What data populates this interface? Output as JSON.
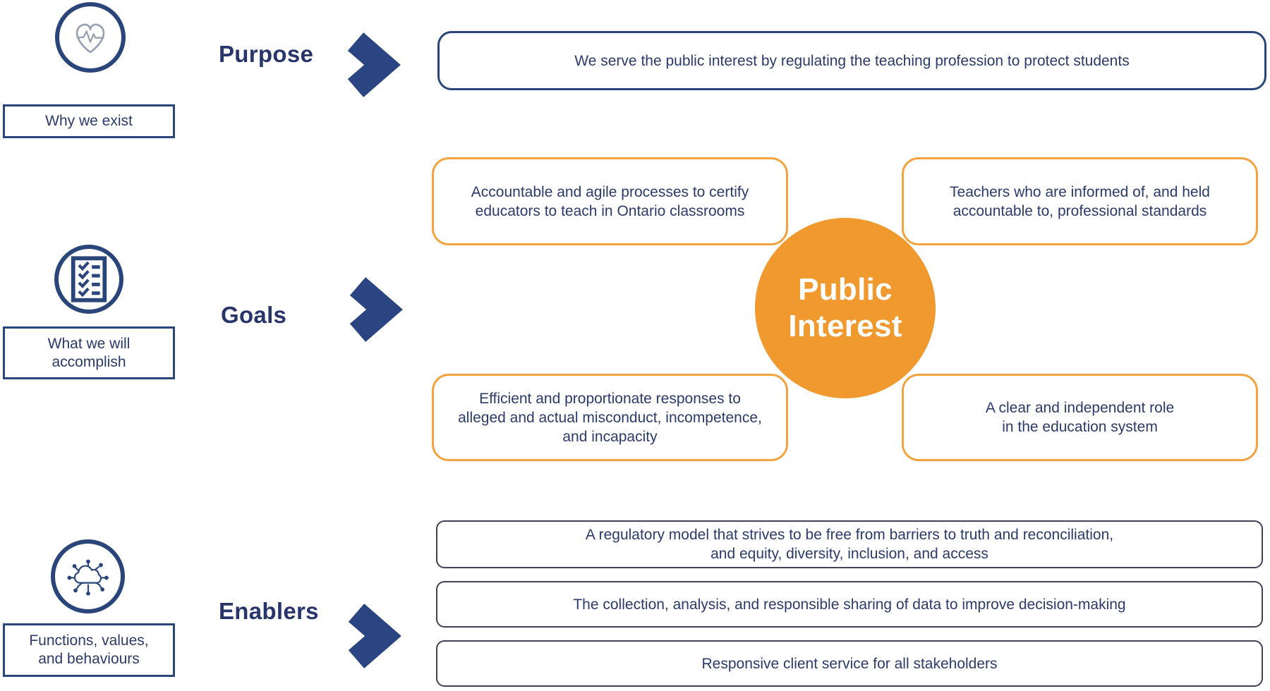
{
  "palette": {
    "navy": "#294579",
    "navy_text": "#2b3a69",
    "orange_fill": "#f0992f",
    "orange_border": "#f2a33f",
    "slate_border": "#3e4254",
    "icon_gray": "#98a1b2",
    "white": "#ffffff"
  },
  "purpose": {
    "heading": "Purpose",
    "icon": "heart-pulse-icon",
    "side_label": [
      "Why we exist"
    ],
    "statement": [
      "We serve the public interest by regulating the teaching profession to protect students"
    ]
  },
  "goals": {
    "heading": "Goals",
    "icon": "checklist-icon",
    "side_label": [
      "What we will",
      "accomplish"
    ],
    "items": [
      [
        "Accountable and agile processes to certify",
        "educators to teach in Ontario classrooms"
      ],
      [
        "Teachers who are informed of, and held",
        "accountable to, professional standards"
      ],
      [
        "Efficient and proportionate responses to",
        "alleged and actual misconduct, incompetence,",
        "and incapacity"
      ],
      [
        "A clear and independent role",
        "in the education system"
      ]
    ]
  },
  "enablers": {
    "heading": "Enablers",
    "icon": "cloud-network-icon",
    "side_label": [
      "Functions, values,",
      "and behaviours"
    ],
    "items": [
      [
        "A regulatory model that strives to be free from barriers to truth and reconciliation,",
        "and equity, diversity, inclusion, and access"
      ],
      [
        "The collection, analysis, and responsible sharing of data to improve decision-making"
      ],
      [
        "Responsive client service for all stakeholders"
      ]
    ]
  },
  "center": {
    "badge": [
      "Public",
      "Interest"
    ]
  }
}
